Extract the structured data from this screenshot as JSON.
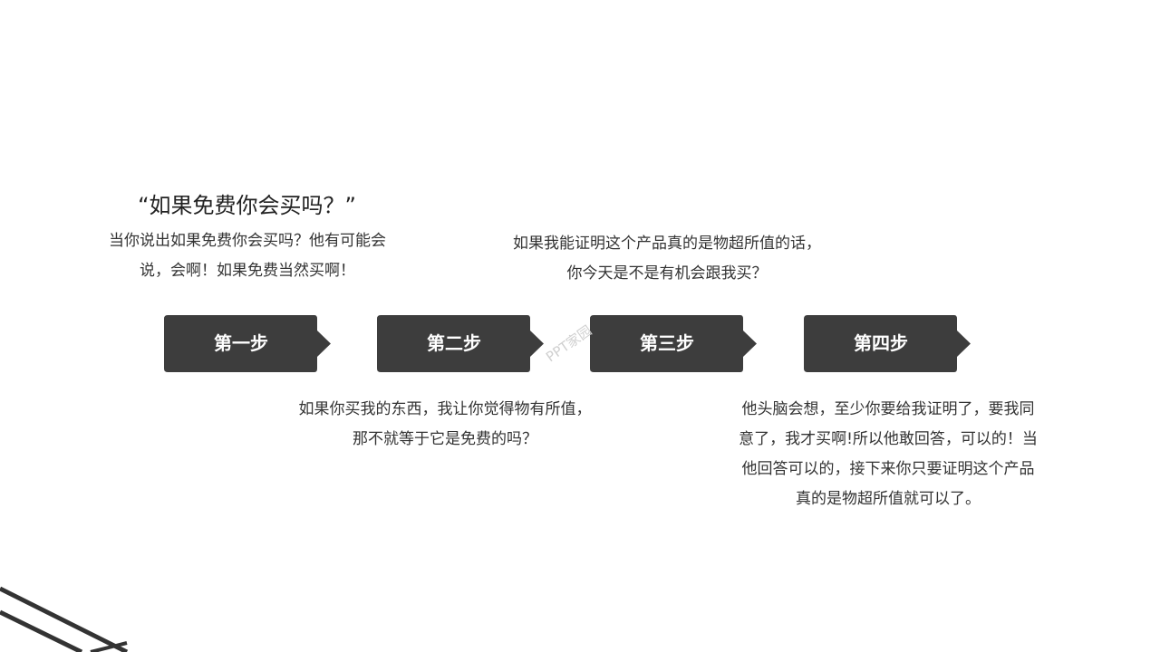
{
  "slide": {
    "quote_title": "“如果免费你会买吗？”",
    "text_blocks": [
      {
        "lines": [
          "当你说出如果免费你会买吗？他有可能会",
          "说，会啊！如果免费当然买啊！"
        ]
      },
      {
        "lines": [
          "如果我能证明这个产品真的是物超所值的话，",
          "你今天是不是有机会跟我买？"
        ]
      },
      {
        "lines": [
          "如果你买我的东西，我让你觉得物有所值，",
          "那不就等于它是免费的吗？"
        ]
      },
      {
        "lines": [
          "他头脑会想，至少你要给我证明了，要我同",
          "意了，我才买啊!所以他敢回答，可以的！当",
          "他回答可以的，接下来你只要证明这个产品",
          "真的是物超所值就可以了。"
        ]
      }
    ],
    "steps": [
      {
        "label": "第一步"
      },
      {
        "label": "第二步"
      },
      {
        "label": "第三步"
      },
      {
        "label": "第四步"
      }
    ],
    "watermark": "PPT家园"
  },
  "colors": {
    "step_fill": "#3d3d3d",
    "step_text": "#ffffff",
    "body_text": "#333333",
    "decoration": "#333333"
  }
}
